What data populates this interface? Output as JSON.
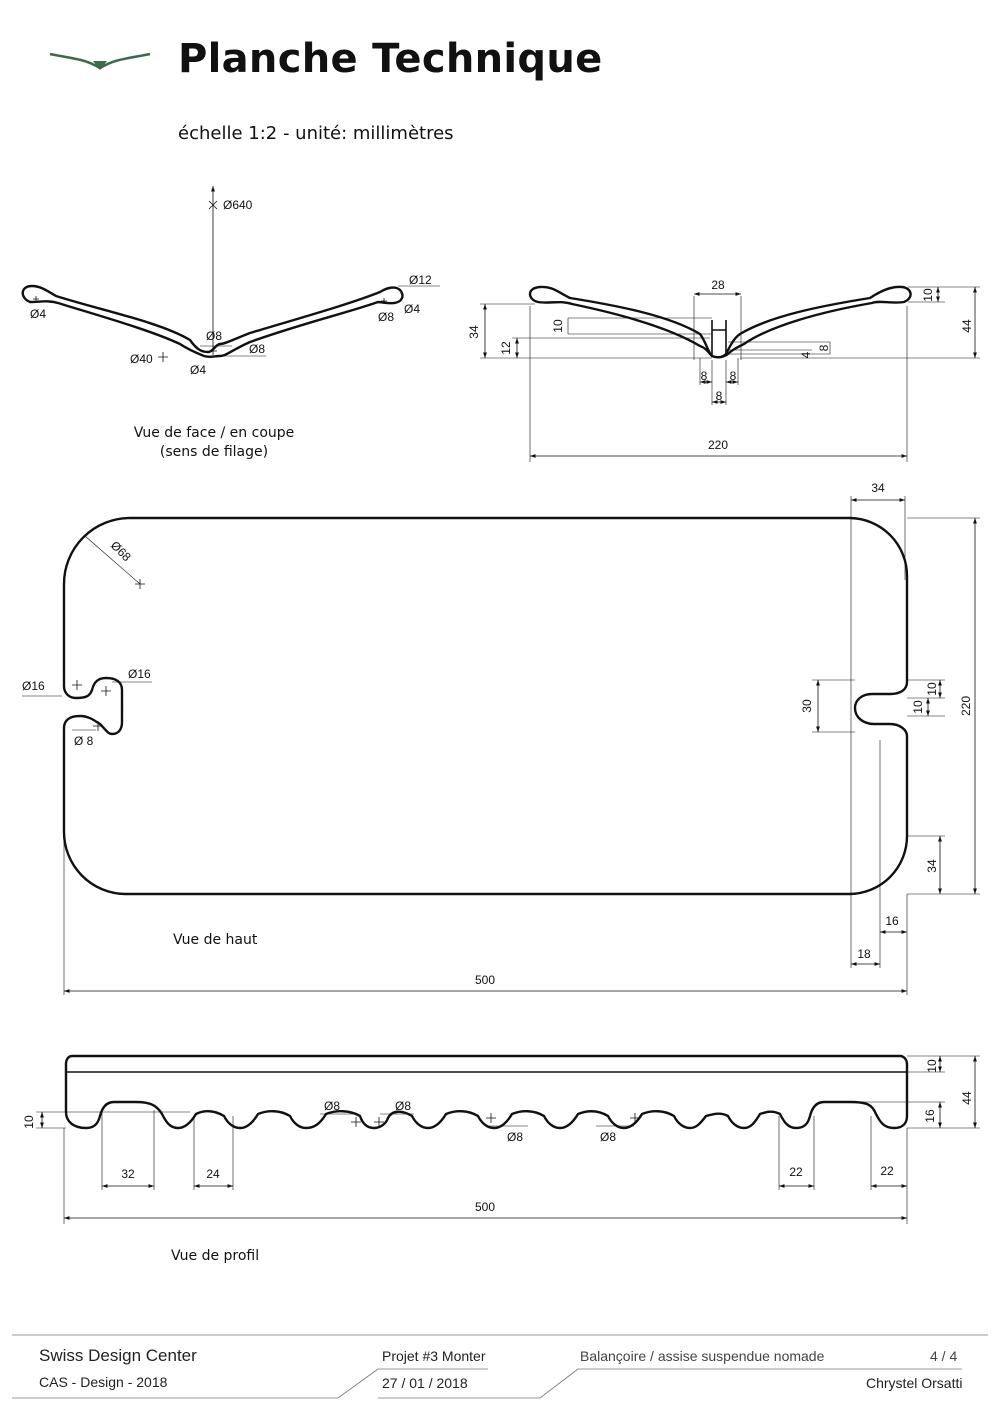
{
  "header": {
    "title": "Planche Technique",
    "subtitle": "échelle 1:2 - unité: millimètres",
    "logo_color": "#3e6b47"
  },
  "views": {
    "front": {
      "label_line1": "Vue de face / en coupe",
      "label_line2": "(sens de filage)",
      "dims": [
        "Ø640",
        "Ø12",
        "Ø4",
        "Ø8",
        "Ø4",
        "Ø8",
        "Ø8",
        "Ø40",
        "Ø4"
      ]
    },
    "section": {
      "dims": [
        "28",
        "10",
        "44",
        "34",
        "10",
        "12",
        "8",
        "4",
        "8",
        "8",
        "8",
        "220"
      ]
    },
    "top": {
      "label": "Vue de haut",
      "dims": [
        "Ø68",
        "34",
        "220",
        "30",
        "10",
        "10",
        "Ø16",
        "Ø16",
        "Ø 8",
        "34",
        "16",
        "18",
        "500"
      ]
    },
    "profile": {
      "label": "Vue de profil",
      "dims": [
        "10",
        "44",
        "10",
        "16",
        "Ø8",
        "Ø8",
        "Ø8",
        "Ø8",
        "32",
        "24",
        "22",
        "22",
        "500"
      ]
    }
  },
  "footer": {
    "org": "Swiss Design Center",
    "course": "CAS - Design - 2018",
    "project": "Projet #3 Monter",
    "date": "27 / 01 / 2018",
    "description": "Balançoire / assise suspendue nomade",
    "page": "4 / 4",
    "author": "Chrystel Orsatti"
  }
}
